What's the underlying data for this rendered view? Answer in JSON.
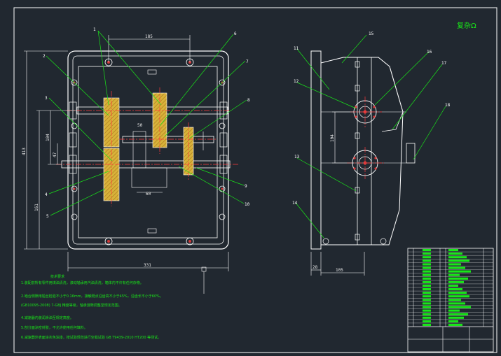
{
  "drawing": {
    "title_mark": "复杂Ω",
    "front_view": {
      "dims": {
        "top_width": "185",
        "overall_width": "331",
        "overall_height": "413",
        "center_distance": "104",
        "bottom_height": "161",
        "small_dim": "47",
        "hub_width_left": "50",
        "hub_width_right": "60"
      },
      "balloons": [
        "1",
        "2",
        "3",
        "4",
        "5",
        "6",
        "7",
        "8",
        "9",
        "10"
      ]
    },
    "side_view": {
      "dims": {
        "center_distance": "104",
        "base_left": "28",
        "base_width": "105"
      },
      "balloons": [
        "11",
        "12",
        "13",
        "14",
        "15",
        "16",
        "17",
        "18"
      ]
    },
    "notes": {
      "heading": "技术要求",
      "lines": [
        "1.装配前所有零件用煤油清洗，滚动轴承用汽油清洗，箱体内不许有任何杂物。",
        "2.啮合侧隙用铅丝检验不小于0.16mm，接触斑点沿齿高不小于45%，沿齿长不小于60%。",
        "(GB10095-2008) 7-GBJ 精度等级，轴承游隙调整至规定范围。",
        "4.减速器内装润滑油至规定高度。",
        "5.剖分面涂密封胶，不允许使用任何填料。",
        "6.减速器外表面涂灰色油漆，按试验规范进行空载试验 GB T9439-2010 HT200 等测试。"
      ]
    },
    "title_block": {
      "rows": 22
    }
  },
  "colors": {
    "background": "#212830",
    "outline": "#ffffff",
    "leader": "#19e619",
    "centerline": "#ff3b3b",
    "gear_fill": "#d8b23a",
    "hatch": "#c0392b"
  }
}
